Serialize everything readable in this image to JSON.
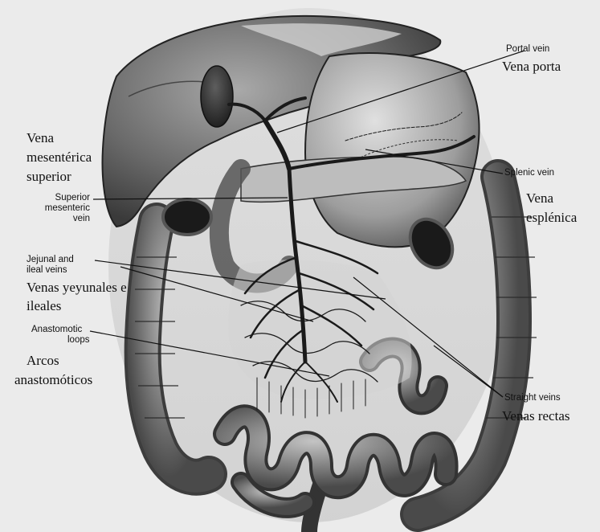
{
  "labels": {
    "portal_vein_en": "Portal vein",
    "portal_vein_es": "Vena porta",
    "smv_es_line1": "Vena",
    "smv_es_line2": "mesentérica",
    "smv_es_line3": "superior",
    "smv_en_line1": "Superior",
    "smv_en_line2": "mesenteric",
    "smv_en_line3": "vein",
    "splenic_vein_en": "Splenic vein",
    "splenic_vein_es_line1": "Vena",
    "splenic_vein_es_line2": "esplénica",
    "jejunal_en_line1": "Jejunal and",
    "jejunal_en_line2": "ileal veins",
    "jejunal_es_line1": "Venas yeyunales e",
    "jejunal_es_line2": "ileales",
    "anastomotic_en_line1": "Anastomotic",
    "anastomotic_en_line2": "loops",
    "anastomotic_es_line1": "Arcos",
    "anastomotic_es_line2": "anastomóticos",
    "straight_veins_en": "Straight veins",
    "straight_veins_es": "Venas rectas"
  }
}
